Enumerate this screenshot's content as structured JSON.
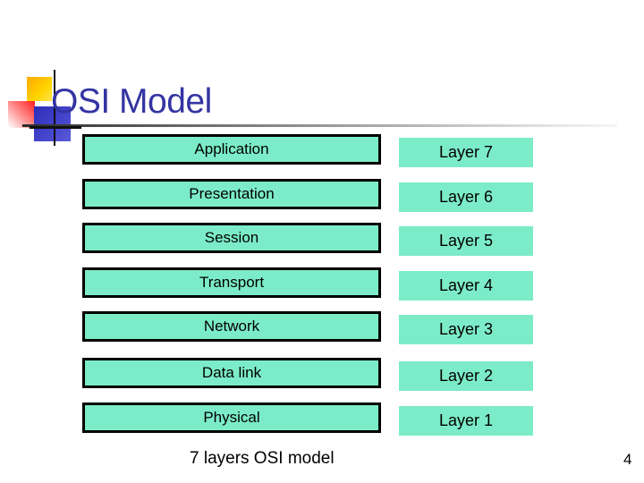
{
  "slide": {
    "title": "OSI Model",
    "caption": "7 layers OSI model",
    "page_number": "4"
  },
  "colors": {
    "box_fill": "#7CECC8",
    "box_border": "#000000",
    "title_color": "#3434A3"
  },
  "layers": [
    {
      "name": "Application",
      "label": "Layer 7"
    },
    {
      "name": "Presentation",
      "label": "Layer 6"
    },
    {
      "name": "Session",
      "label": "Layer 5"
    },
    {
      "name": "Transport",
      "label": "Layer 4"
    },
    {
      "name": "Network",
      "label": "Layer 3"
    },
    {
      "name": "Data link",
      "label": "Layer 2"
    },
    {
      "name": "Physical",
      "label": "Layer 1"
    }
  ]
}
